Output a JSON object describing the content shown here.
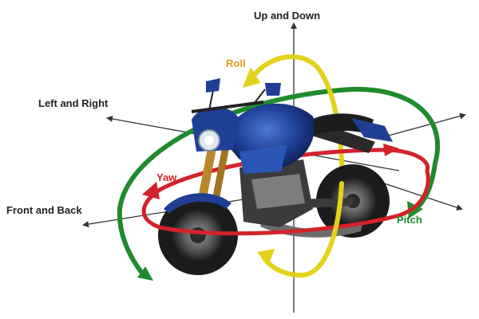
{
  "labels": {
    "up_down": "Up and Down",
    "left_right": "Left and Right",
    "front_back": "Front and Back",
    "roll": "Roll",
    "yaw": "Yaw",
    "pitch": "Pitch"
  },
  "colors": {
    "axis": "#333333",
    "axis_label": "#222222",
    "roll": "#e3d21c",
    "roll_label": "#e59a17",
    "yaw": "#d3232a",
    "pitch": "#1f8b2c",
    "motorcycle_body": "#1f3f95",
    "motorcycle_frame": "#2a2a2a"
  }
}
